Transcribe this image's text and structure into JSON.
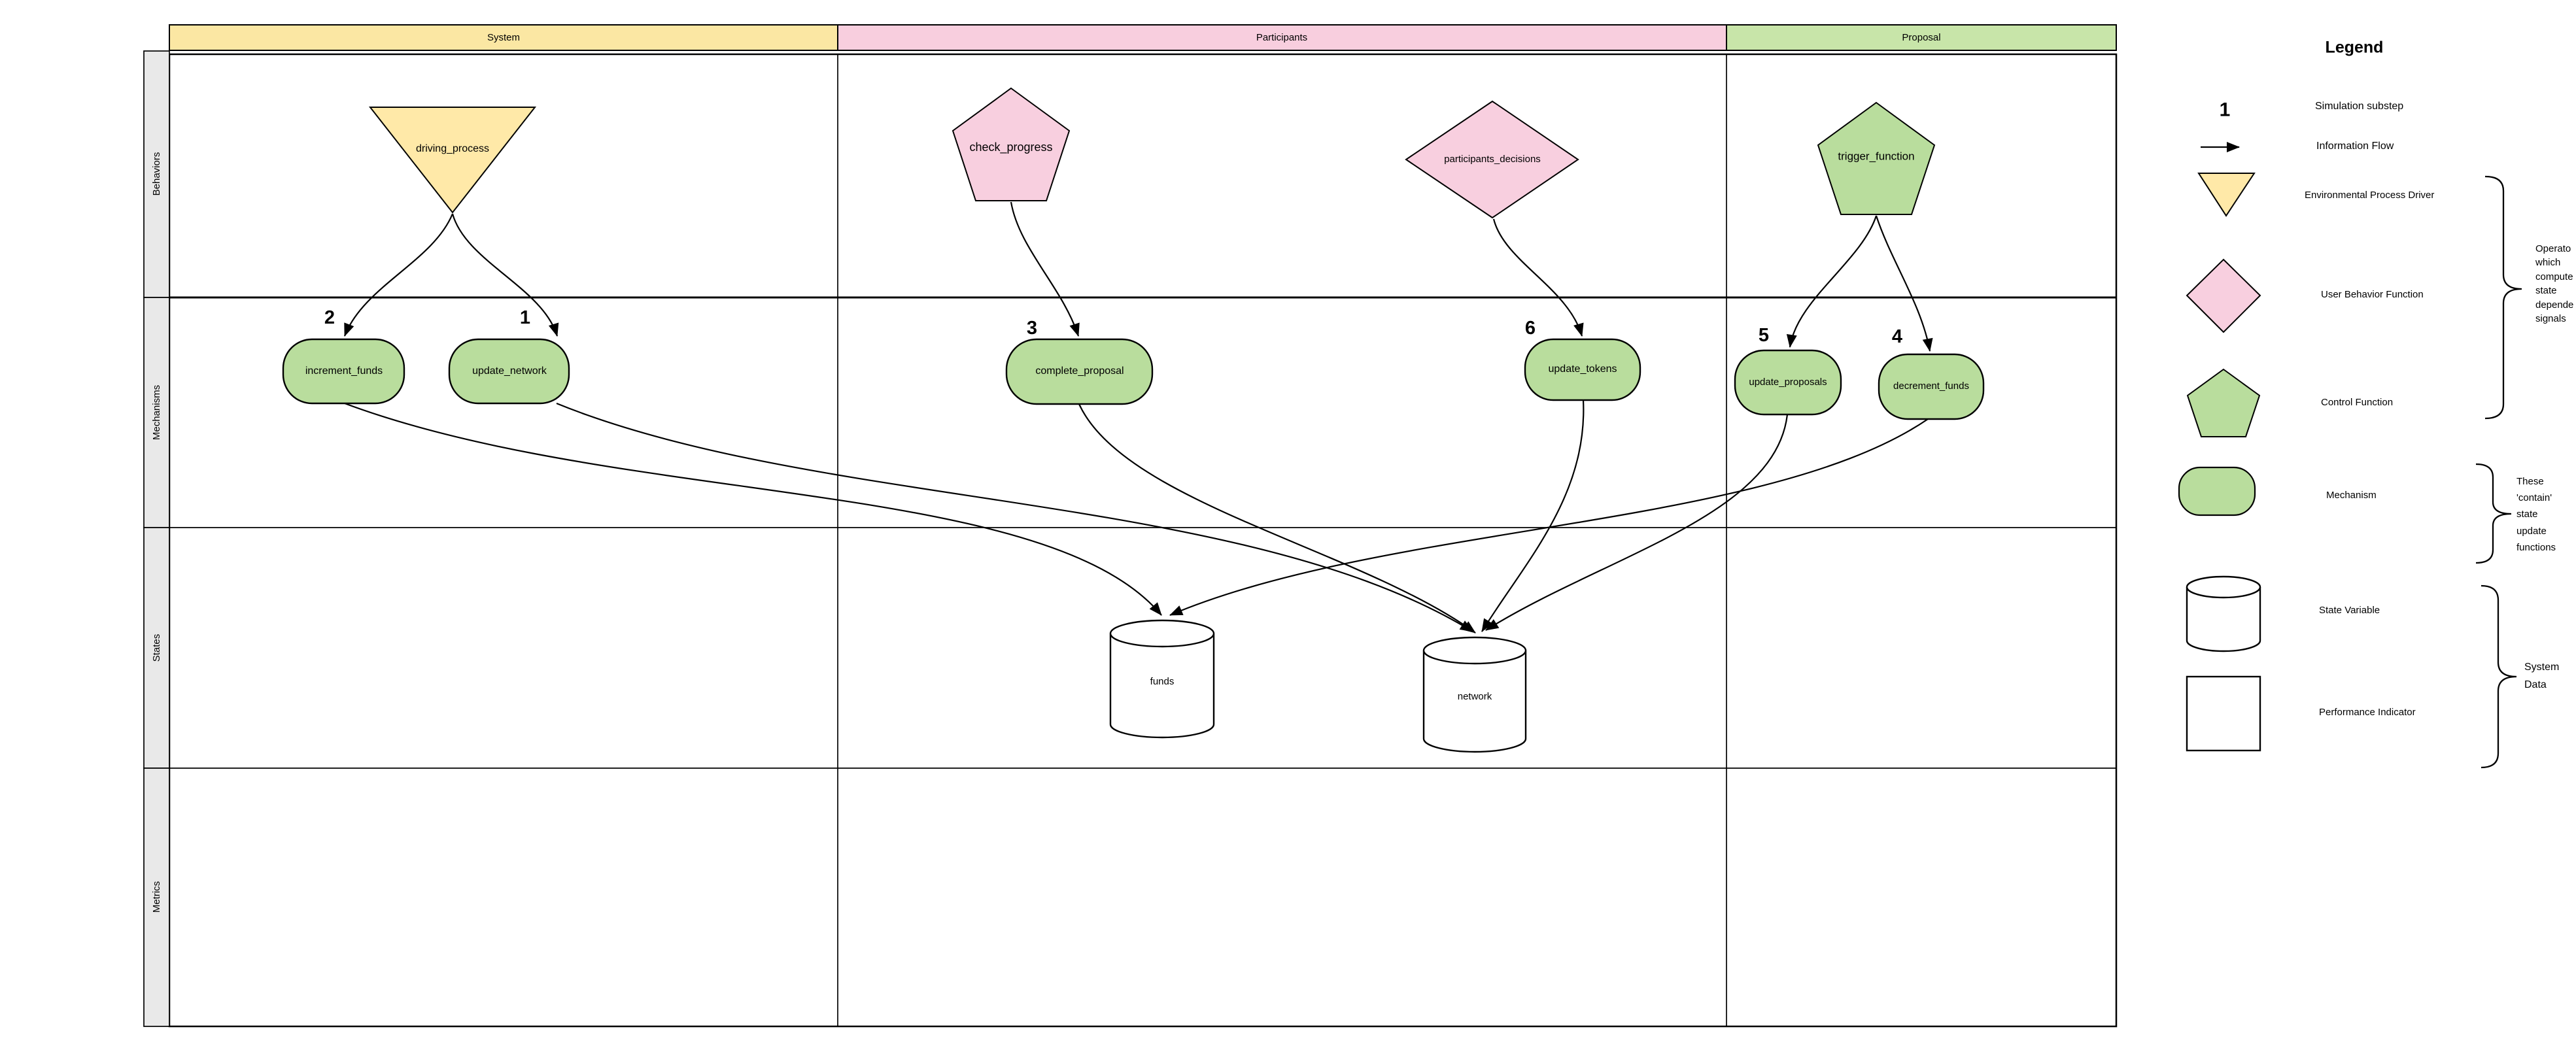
{
  "columns": [
    {
      "label": "System",
      "color": "#fbe7a3"
    },
    {
      "label": "Participants",
      "color": "#f8cede"
    },
    {
      "label": "Proposal",
      "color": "#c8e5a9"
    }
  ],
  "row_labels": [
    "Behaviors",
    "Mechanisms",
    "States",
    "Metrics"
  ],
  "nodes": {
    "driving_process": {
      "label": "driving_process",
      "type": "environmental-process-driver"
    },
    "check_progress": {
      "label": "check_progress",
      "type": "control-function"
    },
    "participants_decisions": {
      "label": "participants_decisions",
      "type": "user-behavior-function"
    },
    "trigger_function": {
      "label": "trigger_function",
      "type": "control-function"
    },
    "increment_funds": {
      "label": "increment_funds",
      "substep": "2"
    },
    "update_network": {
      "label": "update_network",
      "substep": "1"
    },
    "complete_proposal": {
      "label": "complete_proposal",
      "substep": "3"
    },
    "update_tokens": {
      "label": "update_tokens",
      "substep": "6"
    },
    "update_proposals": {
      "label": "update_proposals",
      "substep": "5"
    },
    "decrement_funds": {
      "label": "decrement_funds",
      "substep": "4"
    },
    "funds": {
      "label": "funds"
    },
    "network": {
      "label": "network"
    }
  },
  "edges": [
    "driving_process->increment_funds",
    "driving_process->update_network",
    "check_progress->complete_proposal",
    "participants_decisions->update_tokens",
    "trigger_function->update_proposals",
    "trigger_function->decrement_funds",
    "increment_funds->funds",
    "decrement_funds->funds",
    "update_network->network",
    "complete_proposal->network",
    "update_tokens->network",
    "update_proposals->network"
  ],
  "legend": {
    "title": "Legend",
    "substep_symbol": "1",
    "items": {
      "simulation_substep": "Simulation substep",
      "information_flow": "Information Flow",
      "environmental_process_driver": "Environmental Process Driver",
      "user_behavior_function": "User Behavior Function",
      "control_function": "Control Function",
      "mechanism": "Mechanism",
      "state_variable": "State Variable",
      "performance_indicator": "Performance Indicator"
    },
    "operator_note_lines": [
      "Operato",
      "which",
      "compute",
      "state",
      "depende",
      "signals"
    ],
    "mechanism_note_lines": [
      "These",
      "'contain'",
      "state",
      "update",
      "functions"
    ],
    "system_data_lines": [
      "System",
      "Data"
    ]
  },
  "colors": {
    "header_yellow": "#fbe7a3",
    "header_pink": "#f8cede",
    "header_green": "#c8e5a9",
    "shape_yellow": "#ffe9a8",
    "shape_pink": "#f8cfdf",
    "shape_green": "#b9dd9d",
    "row_strip_gray": "#e9e9e9",
    "line_black": "#000000",
    "white": "#ffffff"
  }
}
